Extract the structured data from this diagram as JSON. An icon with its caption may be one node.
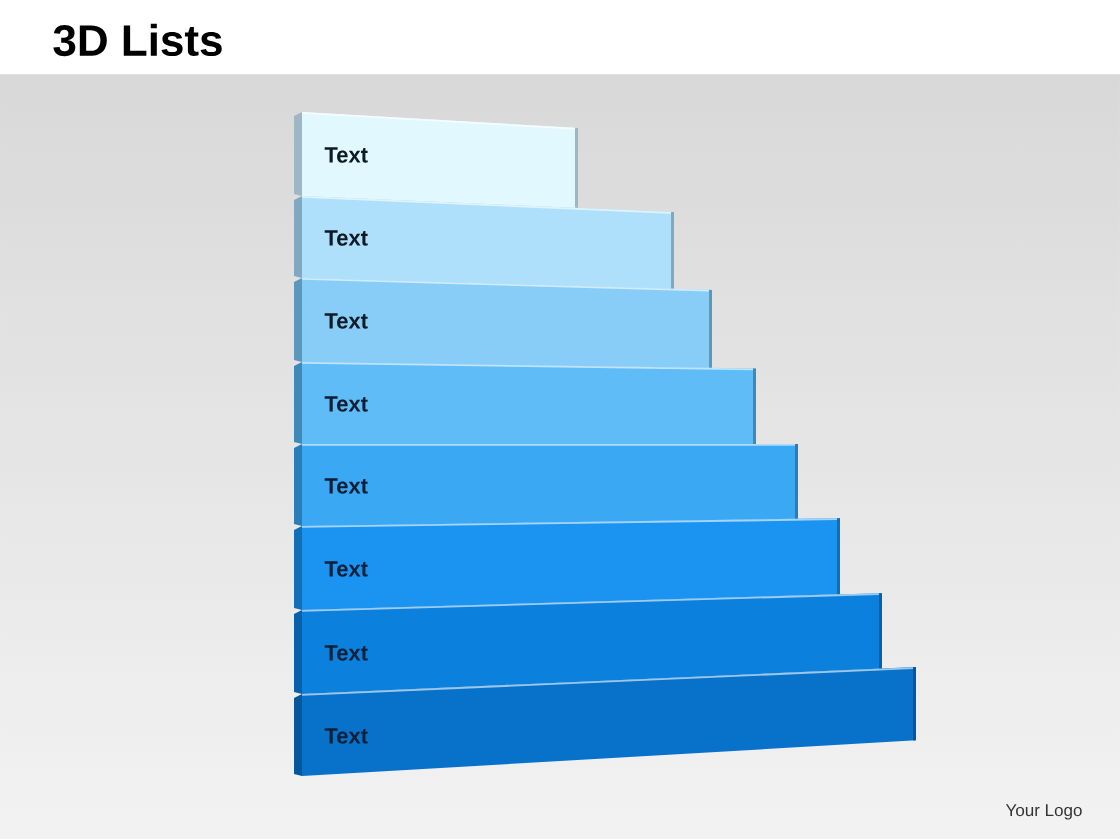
{
  "diagram": {
    "title": "3D Lists",
    "nodes": [
      {
        "text": [
          "Text"
        ]
      },
      {
        "text": [
          "Text"
        ]
      },
      {
        "text": [
          "Text"
        ]
      },
      {
        "text": [
          "Text"
        ]
      },
      {
        "text": [
          "Text"
        ]
      },
      {
        "text": [
          "Text"
        ]
      },
      {
        "text": [
          "Text"
        ]
      },
      {
        "text": [
          "Text"
        ]
      }
    ],
    "labels": [
      "Your Logo"
    ]
  }
}
